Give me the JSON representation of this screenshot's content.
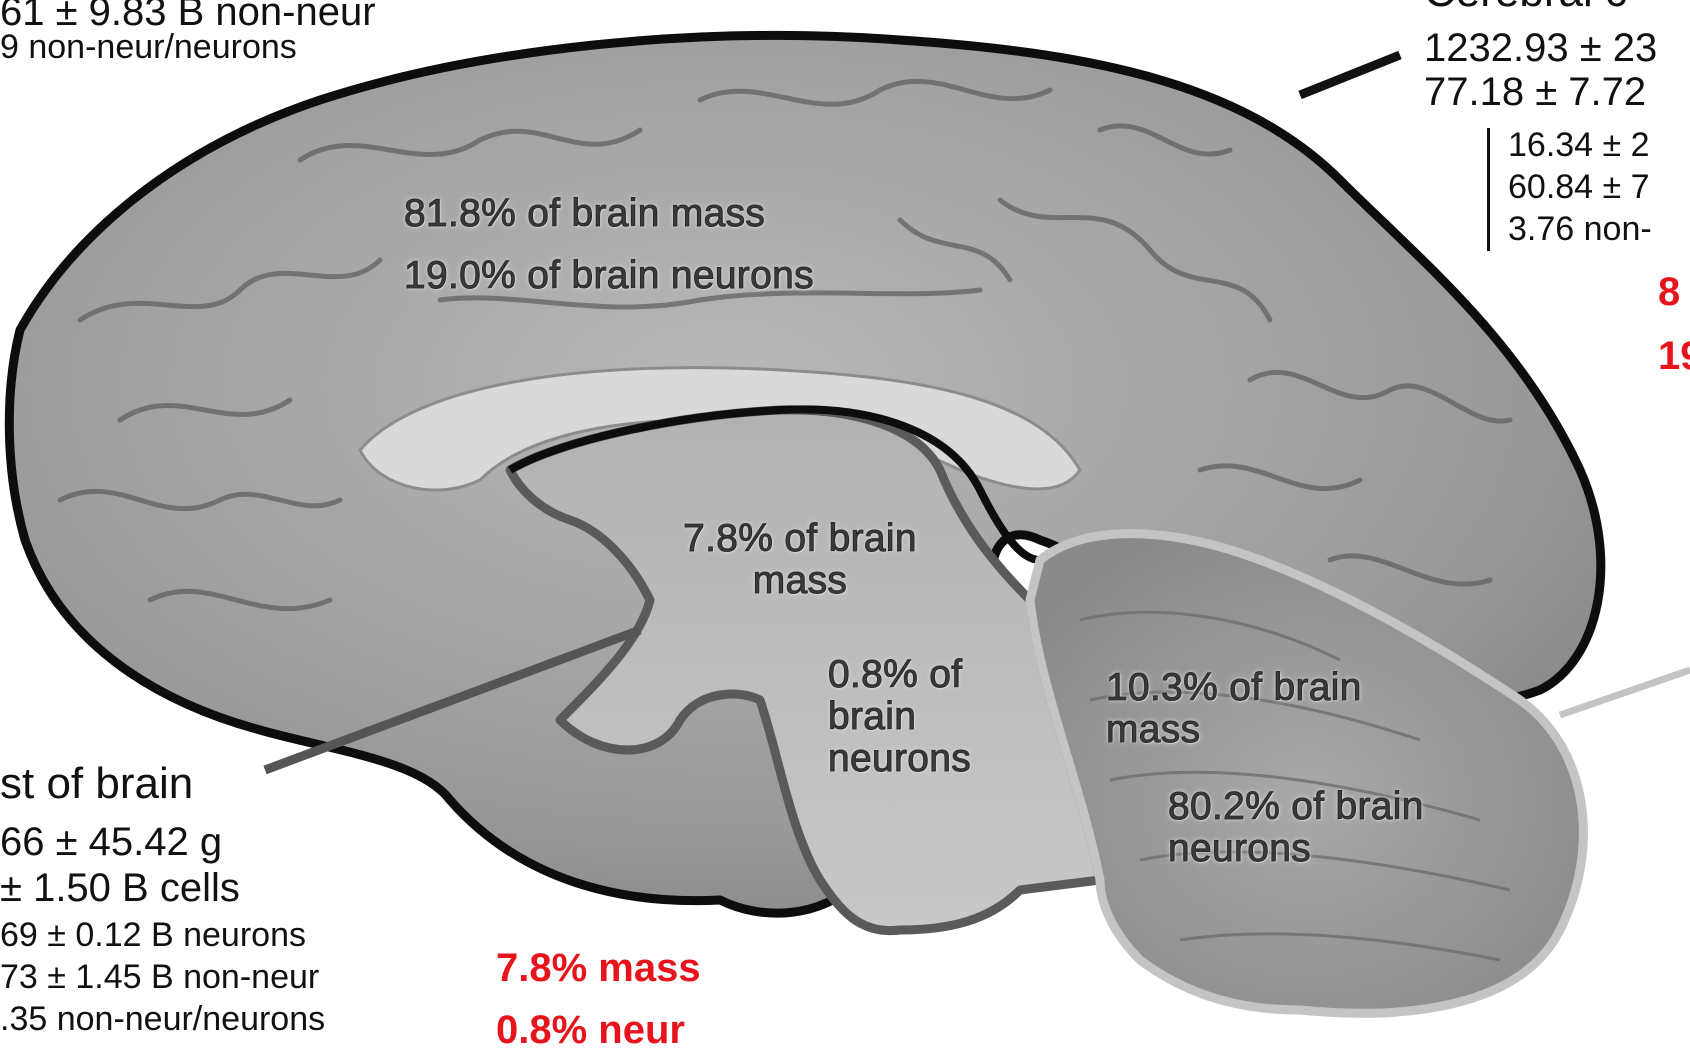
{
  "left_panel": {
    "top_line1": "61 ± 9.83 B non-neur",
    "top_line2": "9 non-neur/neurons",
    "title": "st of brain",
    "mass": "66 ± 45.42 g",
    "cells": "± 1.50 B cells",
    "neurons": "69 ± 0.12 B neurons",
    "non_neur": "73 ± 1.45 B non-neur",
    "ratio": ".35 non-neur/neurons"
  },
  "right_panel": {
    "title_fragment": "Cerebral c",
    "line1": "1232.93 ± 23",
    "line2": "77.18 ± 7.72",
    "sub1": "16.34 ± 2",
    "sub2": "60.84 ± 7",
    "sub3": "3.76 non-",
    "red1": "8",
    "red2": "19"
  },
  "red_labels": {
    "mass": "7.8% mass",
    "neur": "0.8% neur"
  },
  "regions": {
    "cortex_mass": "81.8% of brain mass",
    "cortex_neurons": "19.0% of brain neurons",
    "rest_mass_line1": "7.8% of brain",
    "rest_mass_line2": "mass",
    "rest_neur_line1": "0.8% of",
    "rest_neur_line2": "brain",
    "rest_neur_line3": "neurons",
    "cereb_mass_line1": "10.3% of brain",
    "cereb_mass_line2": "mass",
    "cereb_neur_line1": "80.2% of brain",
    "cereb_neur_line2": "neurons"
  },
  "colors": {
    "cortex_outline": "#0d0d0d",
    "rest_outline": "#5a5a5a",
    "cerebellum_outline": "#c4c4c4",
    "highlight_red": "#e8141c"
  }
}
